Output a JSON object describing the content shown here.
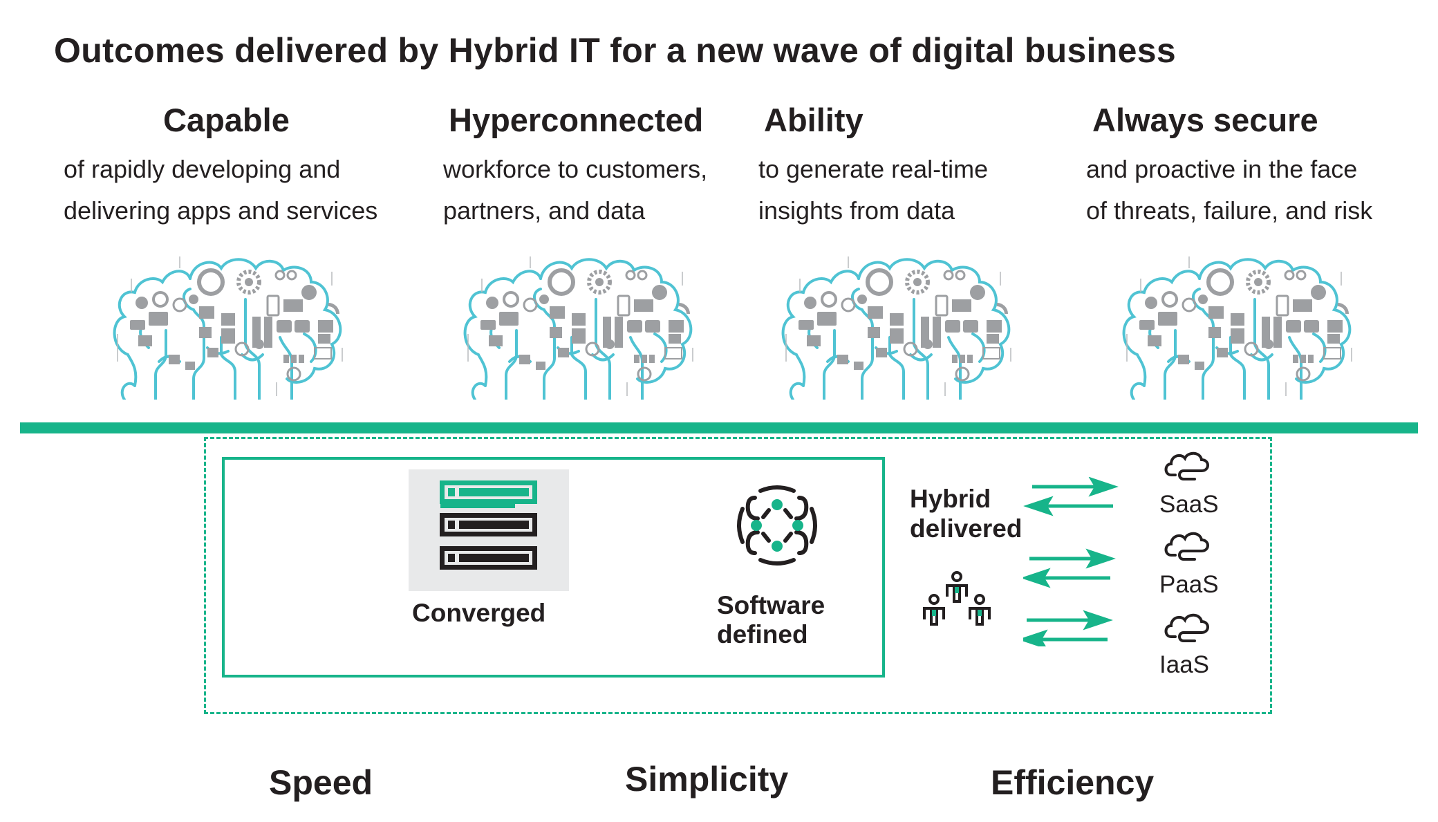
{
  "title": "Outcomes delivered by Hybrid IT for a new wave of digital business",
  "outcomes": [
    {
      "heading": "Capable",
      "lines": [
        "of rapidly developing and",
        "delivering apps and services"
      ],
      "icon": "brain-network-icon"
    },
    {
      "heading": "Hyperconnected",
      "lines": [
        "workforce to customers,",
        "partners, and data"
      ],
      "icon": "brain-network-icon"
    },
    {
      "heading": "Ability",
      "lines": [
        "to generate real-time",
        "insights from data"
      ],
      "icon": "brain-network-icon"
    },
    {
      "heading": "Always secure",
      "lines": [
        "and proactive in the face",
        "of threats, failure, and risk"
      ],
      "icon": "brain-network-icon"
    }
  ],
  "infrastructure": {
    "converged": {
      "label": "Converged",
      "icon": "server-stack-icon"
    },
    "software_defined": {
      "label_line1": "Software",
      "label_line2": "defined",
      "icon": "software-defined-icon"
    },
    "hybrid": {
      "label_line1": "Hybrid",
      "label_line2": "delivered",
      "icon": "people-group-icon"
    },
    "cloud_services": [
      {
        "label": "SaaS",
        "icon": "cloud-icon"
      },
      {
        "label": "PaaS",
        "icon": "cloud-icon"
      },
      {
        "label": "IaaS",
        "icon": "cloud-icon"
      }
    ]
  },
  "benefits": [
    "Speed",
    "Simplicity",
    "Efficiency"
  ],
  "colors": {
    "accent_green": "#17b48a",
    "brain_teal": "#4fc3d3",
    "icon_gray": "#9d9fa2",
    "text": "#231f20",
    "server_bg": "#e8e9ea"
  }
}
